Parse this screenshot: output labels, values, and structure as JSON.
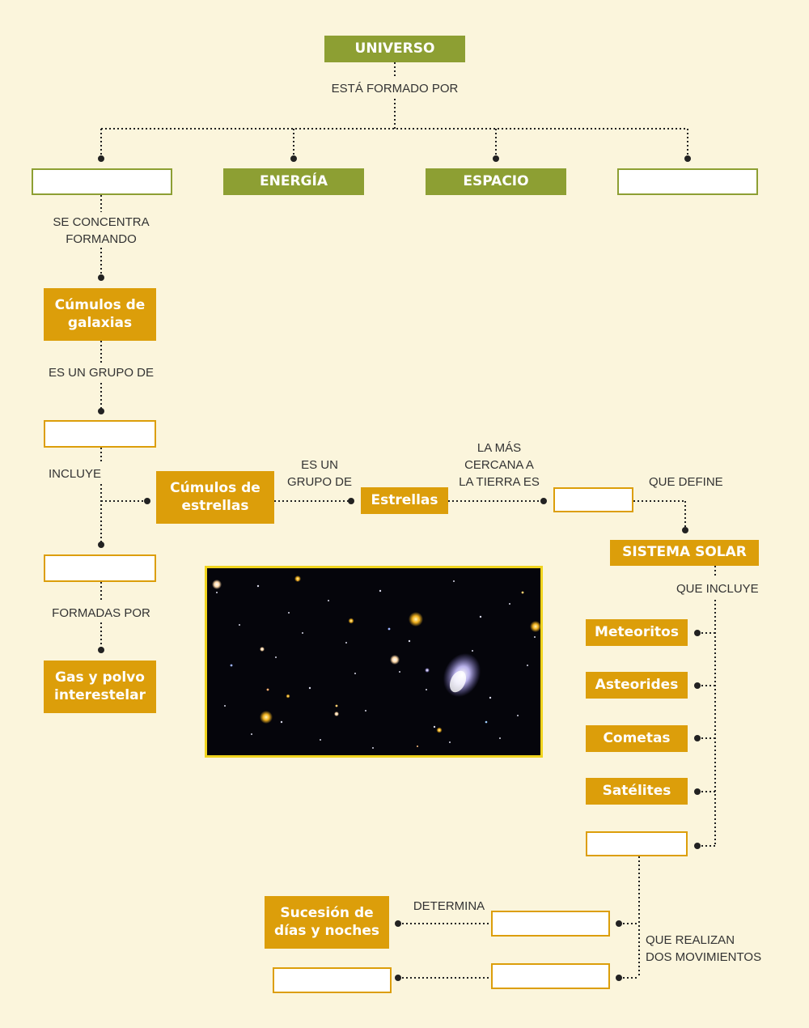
{
  "concept_map": {
    "root": "UNIVERSO",
    "root_link": "ESTÁ FORMADO POR",
    "level1": {
      "energy": "ENERGÍA",
      "space": "ESPACIO"
    },
    "links": {
      "concentrates": "SE CONCENTRA\nFORMANDO",
      "group_of": "ES UN GRUPO DE",
      "includes": "INCLUYE",
      "formed_by": "FORMADAS POR",
      "star_group": "ES UN\nGRUPO DE",
      "nearest": "LA MÁS\nCERCANA A\nLA TIERRA ES",
      "defines": "QUE DEFINE",
      "solar_includes": "QUE INCLUYE",
      "determines": "DETERMINA",
      "two_movements": "QUE REALIZAN\nDOS MOVIMIENTOS"
    },
    "nodes": {
      "galaxy_clusters": "Cúmulos de\ngalaxias",
      "gas_dust": "Gas y polvo\ninterestelar",
      "star_clusters": "Cúmulos de\nestrellas",
      "stars": "Estrellas",
      "solar_system": "SISTEMA SOLAR",
      "meteorites": "Meteoritos",
      "asteroids": "Asteorides",
      "comets": "Cometas",
      "satellites": "Satélites",
      "day_night": "Sucesión de\ndías y noches"
    },
    "photo": "deep-field-galaxies-photo"
  },
  "colors": {
    "background": "#fbf5dc",
    "green": "#8d9f33",
    "orange": "#dc9e0a",
    "photo_border": "#f0d41e"
  }
}
